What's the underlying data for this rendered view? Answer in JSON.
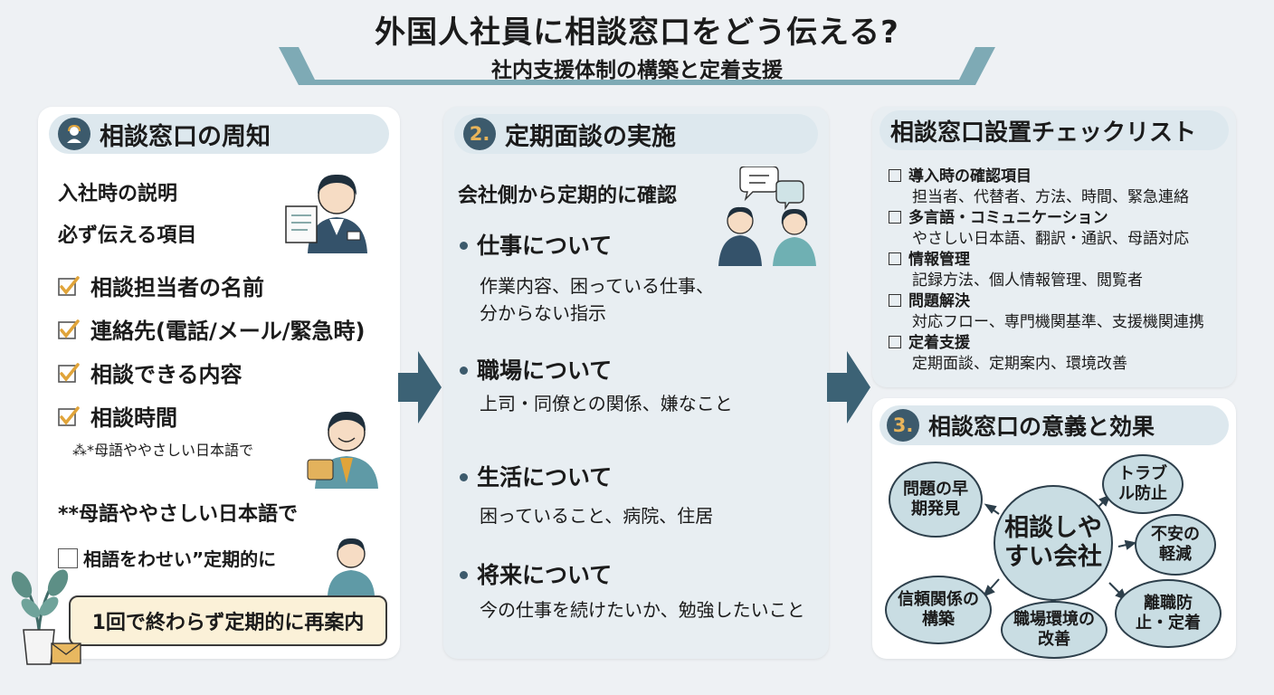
{
  "header": {
    "title": "外国人社員に相談窓口をどう伝える?",
    "subtitle": "社内支援体制の構築と定着支援"
  },
  "panel1": {
    "heading": "相談窓口の周知",
    "intro": [
      "入社時の説明",
      "必ず伝える項目"
    ],
    "checklist": [
      "相談担当者の名前",
      "連絡先(電話/メール/緊急時)",
      "相談できる内容",
      "相談時間"
    ],
    "note_small": "⁂*母語ややさしい日本語で",
    "note_large": "**母語ややさしい日本語で",
    "note_checkbox": "相語をわせい”定期的に",
    "bottom_box": "1回で終わらず定期的に再案内"
  },
  "panel2": {
    "badge": "2.",
    "heading": "定期面談の実施",
    "lead": "会社側から定期的に確認",
    "topics": [
      {
        "title": "仕事について",
        "desc": [
          "作業内容、困っている仕事、",
          "分からない指示"
        ]
      },
      {
        "title": "職場について",
        "desc": [
          "上司・同僚との関係、嫌なこと"
        ]
      },
      {
        "title": "生活について",
        "desc": [
          "困っていること、病院、住居"
        ]
      },
      {
        "title": "将来について",
        "desc": [
          "今の仕事を続けたいか、勉強したいこと"
        ]
      }
    ]
  },
  "panel3": {
    "heading": "相談窓口設置チェックリスト",
    "items": [
      {
        "title": "導入時の確認項目",
        "detail": "担当者、代替者、方法、時間、緊急連絡"
      },
      {
        "title": "多言語・コミュニケーション",
        "detail": "やさしい日本語、翻訳・通訳、母語対応"
      },
      {
        "title": "情報管理",
        "detail": "記録方法、個人情報管理、閲覧者"
      },
      {
        "title": "問題解決",
        "detail": "対応フロー、専門機関基準、支援機関連携"
      },
      {
        "title": "定着支援",
        "detail": "定期面談、定期案内、環境改善"
      }
    ]
  },
  "panel4": {
    "badge": "3.",
    "heading": "相談窓口の意義と効果",
    "center": "相談しやすい会社",
    "bubbles": {
      "early": "問題の早期発見",
      "trouble": "トラブル防止",
      "anxiety": "不安の軽減",
      "trust": "信頼関係の構築",
      "env": "職場環境の改善",
      "turnover": "離職防止・定着"
    }
  },
  "colors": {
    "accent": "#3c5a6c",
    "check": "#e0a43a",
    "bubble": "#c9dde3",
    "note": "#fbf1d8"
  }
}
